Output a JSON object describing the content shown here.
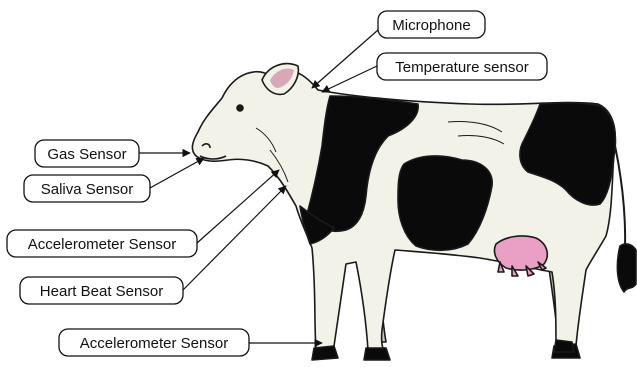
{
  "labels": {
    "microphone": "Microphone",
    "temperature": "Temperature sensor",
    "gas": "Gas Sensor",
    "saliva": "Saliva Sensor",
    "accel_neck": "Accelerometer Sensor",
    "heart": "Heart Beat Sensor",
    "accel_leg": "Accelerometer Sensor"
  },
  "colors": {
    "body": "#f3f2e8",
    "spots": "#0a0a0a",
    "udder": "#ea9fc4",
    "shade": "#c9c9c2",
    "outline": "#1a1a1a"
  }
}
